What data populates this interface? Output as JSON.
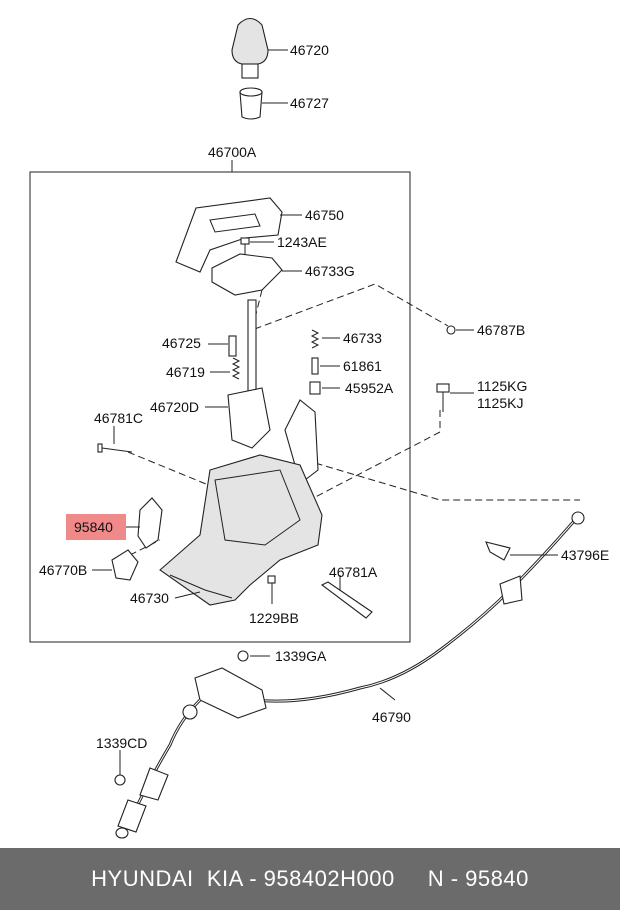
{
  "diagram": {
    "assembly_label": "46700A",
    "highlight_color": "#f08a8a",
    "highlighted_part": "95840",
    "callouts": {
      "p46720": "46720",
      "p46727": "46727",
      "p46750": "46750",
      "p1243AE": "1243AE",
      "p46733G": "46733G",
      "p46787B": "46787B",
      "p46733": "46733",
      "p46725": "46725",
      "p61861": "61861",
      "p46719": "46719",
      "p45952A": "45952A",
      "p1125KG": "1125KG",
      "p1125KJ": "1125KJ",
      "p46781C": "46781C",
      "p46720D": "46720D",
      "p95840": "95840",
      "p43796E": "43796E",
      "p46770B": "46770B",
      "p46781A": "46781A",
      "p46730": "46730",
      "p1229BB": "1229BB",
      "p1339GA": "1339GA",
      "p46790": "46790",
      "p1339CD": "1339CD"
    }
  },
  "footer": {
    "text": "HYUNDAI  KIA - 958402H000     N - 95840"
  }
}
